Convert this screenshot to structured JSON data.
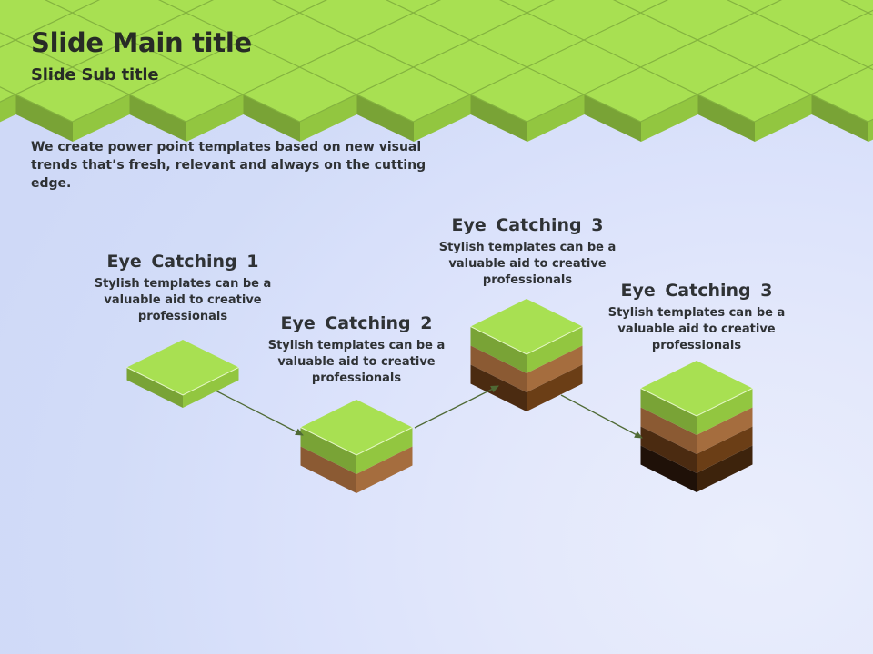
{
  "slide": {
    "title": "Slide Main title",
    "subtitle": "Slide Sub title",
    "intro": "We create power point templates based on new visual trends that’s fresh, relevant and always on the cutting edge."
  },
  "steps": [
    {
      "heading": "Eye  Catching 1",
      "description": "Stylish templates can be a valuable aid to creative professionals",
      "layers": [
        "grass"
      ]
    },
    {
      "heading": "Eye  Catching 2",
      "description": "Stylish templates can be a valuable aid to creative professionals",
      "layers": [
        "grass",
        "light-soil"
      ]
    },
    {
      "heading": "Eye  Catching 3",
      "description": "Stylish templates can be a valuable aid to creative professionals",
      "layers": [
        "grass",
        "light-soil",
        "mid-soil"
      ]
    },
    {
      "heading": "Eye  Catching 3",
      "description": "Stylish templates can be a valuable aid to creative professionals",
      "layers": [
        "grass",
        "light-soil",
        "mid-soil",
        "dark-soil"
      ]
    }
  ],
  "colors": {
    "grass": {
      "top": "#a8e052",
      "left": "#79a336",
      "right": "#92c640"
    },
    "light-soil": {
      "left": "#8b5a33",
      "right": "#a56d3e"
    },
    "mid-soil": {
      "left": "#4b2b11",
      "right": "#6b3e16"
    },
    "dark-soil": {
      "left": "#1f1108",
      "right": "#3d230c"
    },
    "tile_line": "#84b33f",
    "connector": "#4f6a35",
    "text": "#2f3235"
  }
}
